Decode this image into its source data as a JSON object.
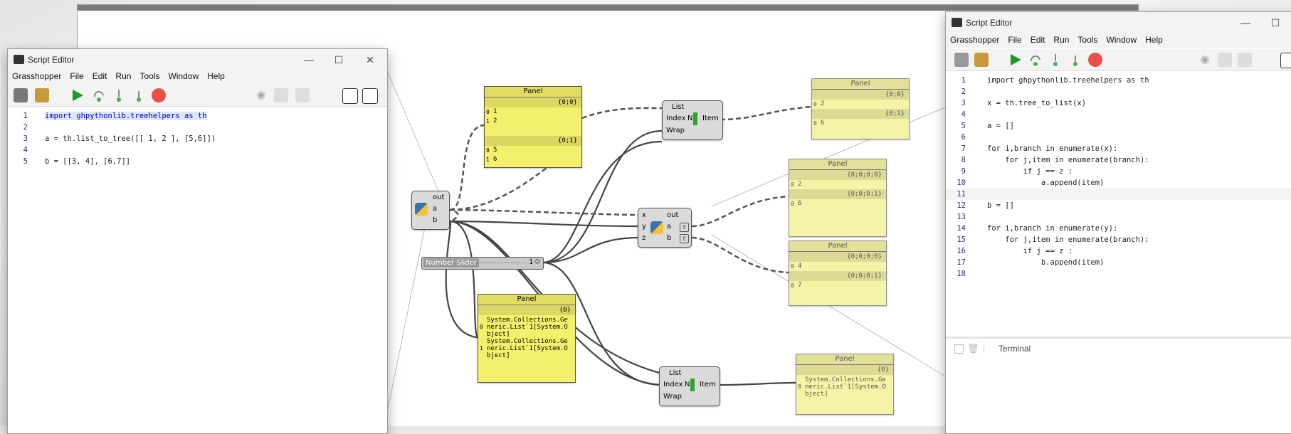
{
  "left_editor": {
    "title": "Script Editor",
    "menus": [
      "Grasshopper",
      "File",
      "Edit",
      "Run",
      "Tools",
      "Window",
      "Help"
    ],
    "code": [
      {
        "n": "1",
        "text": "import ghpythonlib.treehelpers as th"
      },
      {
        "n": "2",
        "text": ""
      },
      {
        "n": "3",
        "text": "a = th.list_to_tree([[ 1, 2 ], [5,6]])"
      },
      {
        "n": "4",
        "text": ""
      },
      {
        "n": "5",
        "text": "b = [[3, 4], [6,7]]"
      }
    ]
  },
  "right_editor": {
    "title": "Script Editor",
    "menus": [
      "Grasshopper",
      "File",
      "Edit",
      "Run",
      "Tools",
      "Window",
      "Help"
    ],
    "code": [
      {
        "n": "1",
        "text": "import ghpythonlib.treehelpers as th"
      },
      {
        "n": "2",
        "text": ""
      },
      {
        "n": "3",
        "text": "x = th.tree_to_list(x)"
      },
      {
        "n": "4",
        "text": ""
      },
      {
        "n": "5",
        "text": "a = []"
      },
      {
        "n": "6",
        "text": ""
      },
      {
        "n": "7",
        "text": "for i,branch in enumerate(x):"
      },
      {
        "n": "8",
        "text": "    for j,item in enumerate(branch):"
      },
      {
        "n": "9",
        "text": "        if j == z :"
      },
      {
        "n": "10",
        "text": "            a.append(item)"
      },
      {
        "n": "11",
        "text": ""
      },
      {
        "n": "12",
        "text": "b = []"
      },
      {
        "n": "13",
        "text": ""
      },
      {
        "n": "14",
        "text": "for i,branch in enumerate(y):"
      },
      {
        "n": "15",
        "text": "    for j,item in enumerate(branch):"
      },
      {
        "n": "16",
        "text": "        if j == z :"
      },
      {
        "n": "17",
        "text": "            b.append(item)"
      },
      {
        "n": "18",
        "text": ""
      }
    ],
    "terminal_label": "Terminal"
  },
  "canvas": {
    "panel_top": {
      "title": "Panel",
      "rows": [
        {
          "path": "{0;0}"
        },
        {
          "idx": "0",
          "val": "1"
        },
        {
          "idx": "1",
          "val": "2"
        },
        {
          "path": "{0;1}"
        },
        {
          "idx": "0",
          "val": "5"
        },
        {
          "idx": "1",
          "val": "6"
        }
      ]
    },
    "panel_bottom_left": {
      "title": "Panel",
      "path": "{0}",
      "items": [
        {
          "idx": "0",
          "val": "System.Collections.Generic.List`1[System.Object]"
        },
        {
          "idx": "1",
          "val": "System.Collections.Generic.List`1[System.Object]"
        }
      ]
    },
    "panel_top_right": {
      "title": "Panel",
      "rows": [
        {
          "path": "{0;0}"
        },
        {
          "idx": "0",
          "val": "2"
        },
        {
          "path": "{0;1}"
        },
        {
          "idx": "0",
          "val": "6"
        }
      ]
    },
    "panel_mid_right": {
      "title": "Panel",
      "rows": [
        {
          "path": "{0;0;0;0}"
        },
        {
          "idx": "0",
          "val": "2"
        },
        {
          "path": "{0;0;0;1}"
        },
        {
          "idx": "0",
          "val": "6"
        }
      ]
    },
    "panel_lower_right": {
      "title": "Panel",
      "rows": [
        {
          "path": "{0;0;0;0}"
        },
        {
          "idx": "0",
          "val": "4"
        },
        {
          "path": "{0;0;0;1}"
        },
        {
          "idx": "0",
          "val": "7"
        }
      ]
    },
    "panel_bottom_right": {
      "title": "Panel",
      "path": "{0}",
      "items": [
        {
          "idx": "0",
          "val": "System.Collections.Generic.List`1[System.Object]"
        }
      ]
    },
    "py1": {
      "out": "out",
      "a": "a",
      "b": "b"
    },
    "py2": {
      "x": "x",
      "y": "y",
      "z": "z",
      "out": "out",
      "a": "a",
      "b": "b"
    },
    "list1": {
      "title": "List",
      "index": "Index",
      "wrap": "Wrap",
      "item": "Item",
      "n": "N"
    },
    "list2": {
      "title": "List",
      "index": "Index",
      "wrap": "Wrap",
      "item": "Item",
      "n": "N"
    },
    "slider": {
      "label": "Number Slider",
      "value": "1"
    }
  }
}
